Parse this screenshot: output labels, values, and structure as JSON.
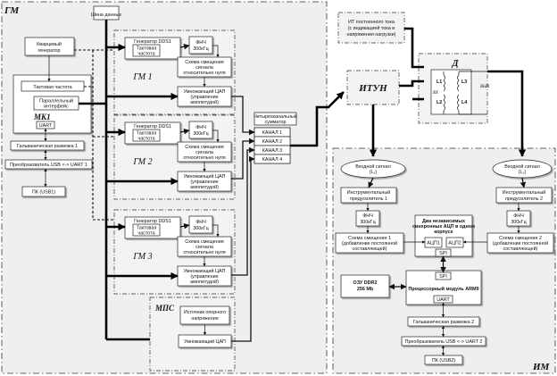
{
  "regions": {
    "gm_label": "ГМ",
    "im_label": "ИМ"
  },
  "bus_label": "Шина данных",
  "quartz": [
    "Кварцевый",
    "генератор"
  ],
  "mk1": {
    "clock": "Тактовая частота",
    "parallel": [
      "Параллельный",
      "интерфейс"
    ],
    "name": "МК1",
    "uart": "UART"
  },
  "galv1": "Гальваническая развязка 1",
  "usb1": "Преобразователь USB <-> UART 1",
  "pc1": "ПК (USB1)",
  "gm_blocks": [
    {
      "label": "ГМ 1",
      "dds": "Генератор DDS1",
      "clock": [
        "Тактовая",
        "частота"
      ],
      "lpf": [
        "ФНЧ",
        "300кГц"
      ],
      "offset": [
        "Схема смещения",
        "сигнала",
        "относительно нуля"
      ],
      "dac": [
        "Умножающий ЦАП",
        "(управление",
        "амплитудой)"
      ]
    },
    {
      "label": "ГМ 2",
      "dds": "Генератор DDS1",
      "clock": [
        "Тактовая",
        "частота"
      ],
      "lpf": [
        "ФНЧ",
        "300кГц"
      ],
      "offset": [
        "Схема смещения",
        "сигнала",
        "относительно нуля"
      ],
      "dac": [
        "Умножающий ЦАП",
        "(управление",
        "амплитудой)"
      ]
    },
    {
      "label": "ГМ 3",
      "dds": "Генератор DDS1",
      "clock": [
        "Тактовая",
        "частота"
      ],
      "lpf": [
        "ФНЧ",
        "300кГц"
      ],
      "offset": [
        "Схема смещения",
        "сигнала",
        "относительно нуля"
      ],
      "dac": [
        "Умножающий ЦАП",
        "(управление",
        "амплитудой)"
      ]
    }
  ],
  "mps": {
    "label": "МПС",
    "ref": [
      "Источник опорного",
      "напряжения"
    ],
    "dac": "Умножающий ЦАП"
  },
  "adder": {
    "title": [
      "Четырехканальный",
      "сумматор"
    ],
    "channels": [
      "КАНАЛ 1",
      "КАНАЛ 2",
      "КАНАЛ 3",
      "КАНАЛ 4"
    ]
  },
  "dc_source": [
    "ИТ постоянного тока",
    "(с индикацией тока и",
    "напряжения нагрузки)"
  ],
  "itun": "ИТУН",
  "d_block": {
    "label": "Д",
    "l1": "L1",
    "l2": "L2",
    "l3": "L3",
    "l4": "L4",
    "left": "ВХ",
    "right": "ВЫХ"
  },
  "im": {
    "input1": [
      "Входной сигнал",
      "(L₁)"
    ],
    "input2": [
      "Входной сигнал",
      "(L₂)"
    ],
    "amp1": [
      "Инструментальный",
      "предусилитель 1"
    ],
    "amp2": [
      "Инструментальный",
      "предусилитель 2"
    ],
    "lpf1": [
      "ФНЧ",
      "300кГц"
    ],
    "lpf2": [
      "ФНЧ",
      "300кГц"
    ],
    "shift1": [
      "Схема смещения 1",
      "(добавление постоянной",
      "составляющей)"
    ],
    "shift2": [
      "Схема смещения 2",
      "(добавление постоянной",
      "составляющей)"
    ],
    "adc": [
      "Два независимых",
      "синхронных АЦП в одном",
      "корпусе"
    ],
    "adc1": "АЦП1",
    "adc2": "АЦП2",
    "spi_top": "SPI",
    "spi_bottom": "SPI",
    "ram": [
      "ОЗУ DDR2",
      "256 Mb"
    ],
    "cpu": "Процессорный модуль ARM9",
    "uart": "UART",
    "galv2": "Гальваническая развязка 2",
    "usb2": "Преобразователь USB <-> UART 2",
    "pc2": "ПК (USB2)"
  }
}
